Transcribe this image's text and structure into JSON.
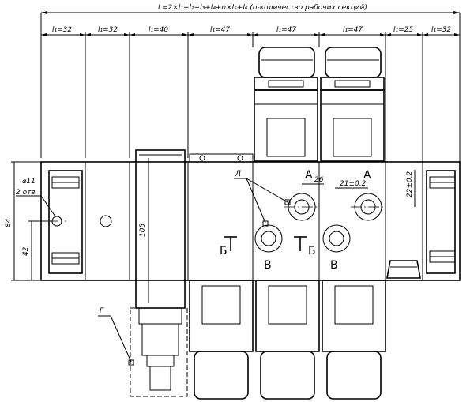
{
  "drawing": {
    "formula": "L=2×l₁+l₂+l₃+l₄+n×l₅+l₆  (n-количество рабочих секций)",
    "dimensions": {
      "l1_left": "l₁=32",
      "l2": "l₁=32",
      "l3": "l₁=40",
      "l4": "l₁=47",
      "l5a": "l₁=47",
      "l5b": "l₁=47",
      "l6": "l₁=25",
      "l1_right": "l₁=32"
    },
    "hole_callout": {
      "diameter": "⌀11",
      "count": "2 отв"
    },
    "vertical": {
      "height": "84",
      "hole_offset": "42",
      "cartridge": "105"
    },
    "port_dims": {
      "spacing": "26",
      "offset": "21±0.2",
      "height": "22±0.2"
    },
    "ports": {
      "a1": "А",
      "a2": "А",
      "b1": "В",
      "b2": "В"
    },
    "section_marks": {
      "left": "Б",
      "right": "Б"
    },
    "callouts": {
      "d": "Д",
      "g": "Г"
    }
  }
}
